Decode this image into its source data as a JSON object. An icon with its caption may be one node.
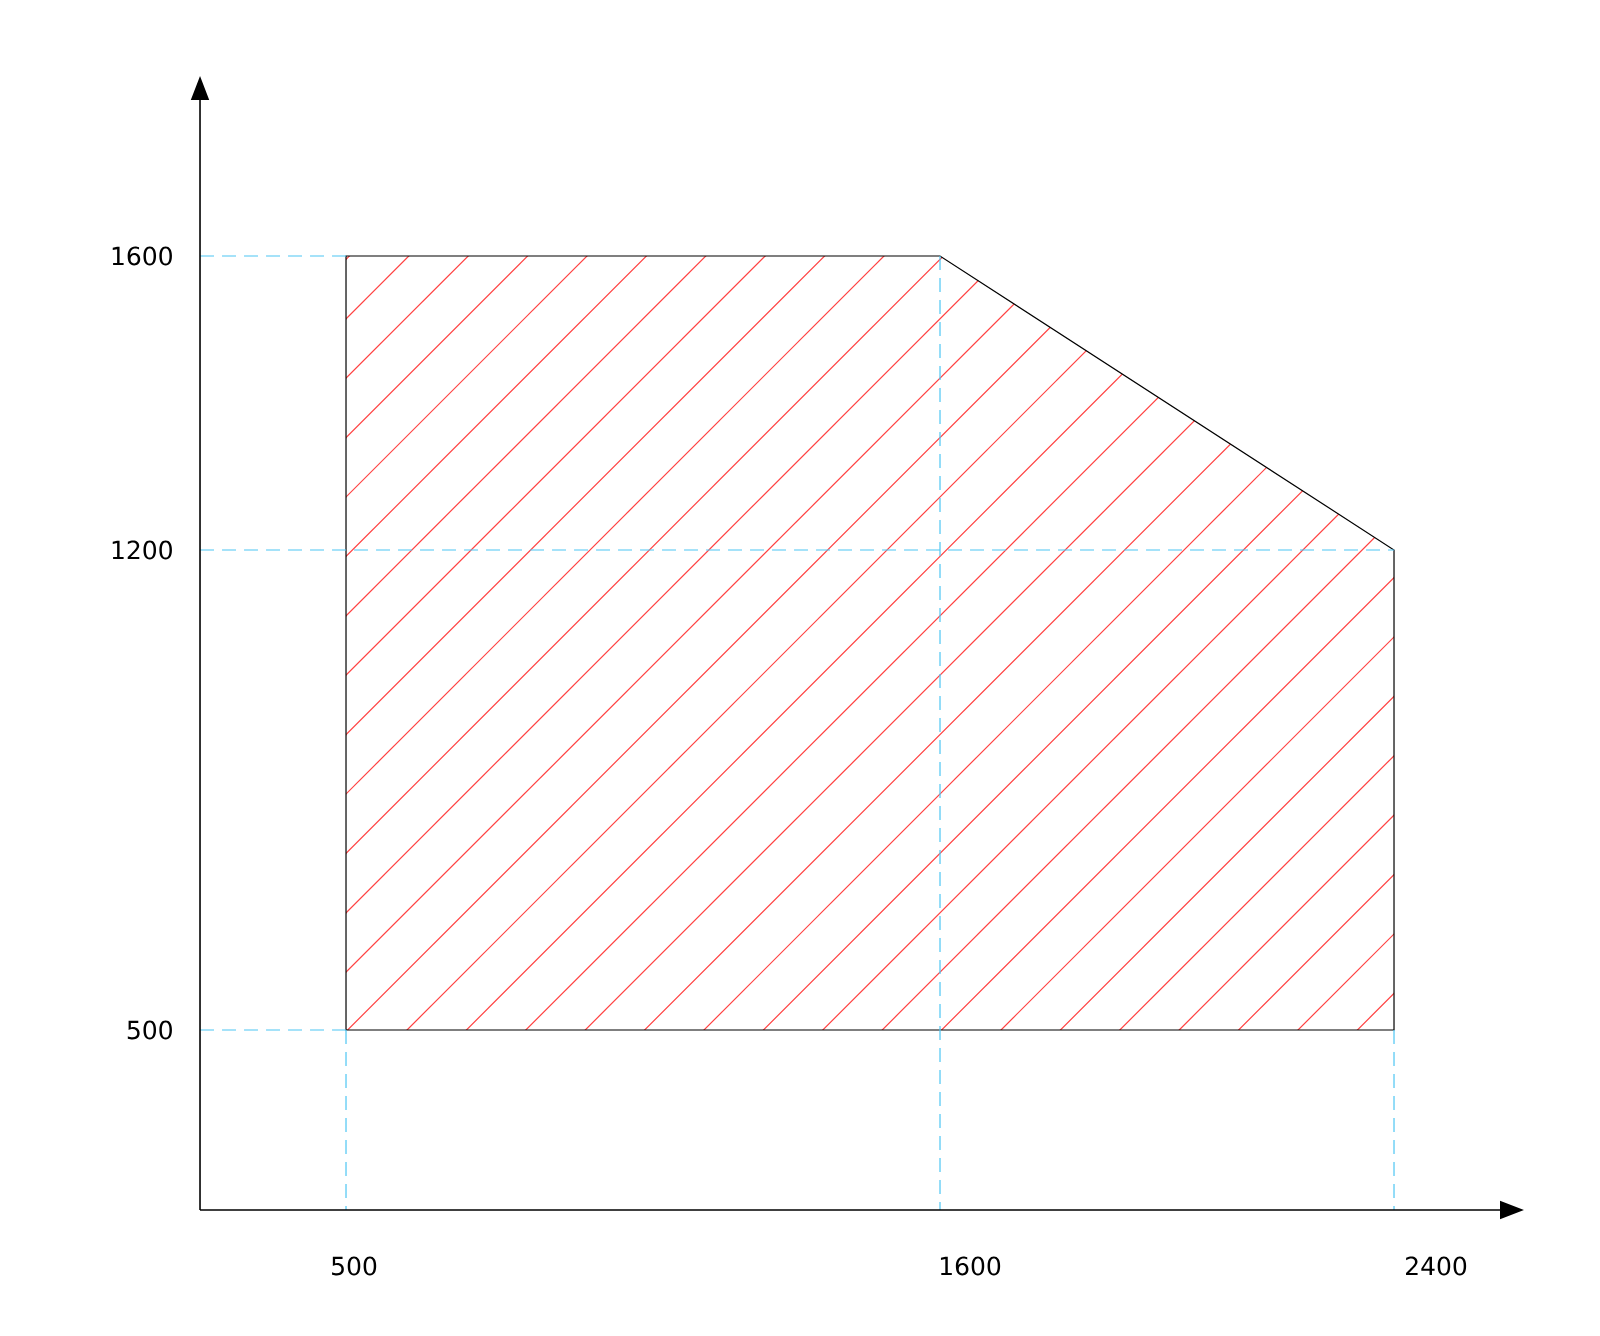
{
  "diagram": {
    "labels": [
      "1600",
      "1200",
      "500",
      "500",
      "1600",
      "2400"
    ]
  }
}
